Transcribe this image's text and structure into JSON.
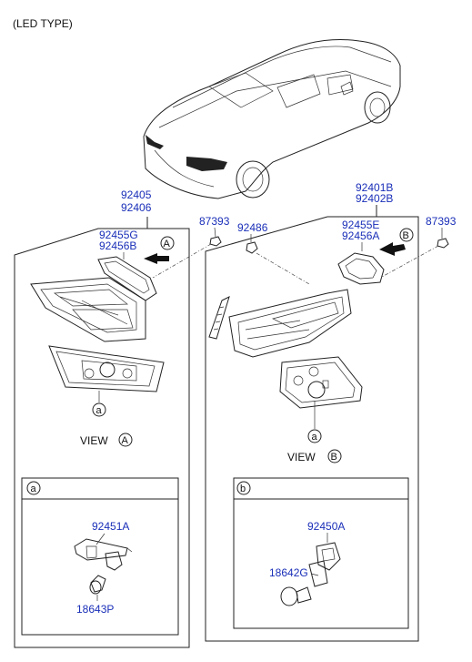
{
  "header": {
    "title": "(LED TYPE)"
  },
  "left": {
    "assy_1": "92405",
    "assy_2": "92406",
    "gasket_1": "92455G",
    "gasket_2": "92456B",
    "nut": "87393",
    "callout_letter": "a",
    "view_word": "VIEW",
    "view_letter": "A",
    "arrow_letter": "A",
    "detail": {
      "tag": "a",
      "socket": "92451A",
      "bulb": "18643P"
    }
  },
  "middle": {
    "clip": "92486"
  },
  "right": {
    "assy_1": "92401B",
    "assy_2": "92402B",
    "gasket_1": "92455E",
    "gasket_2": "92456A",
    "nut": "87393",
    "callout_letter": "a",
    "view_word": "VIEW",
    "view_letter": "B",
    "arrow_letter": "B",
    "detail": {
      "tag": "b",
      "socket": "92450A",
      "bulb": "18642G"
    }
  },
  "colors": {
    "part_number": "#1a2fb8",
    "text": "#111111"
  }
}
